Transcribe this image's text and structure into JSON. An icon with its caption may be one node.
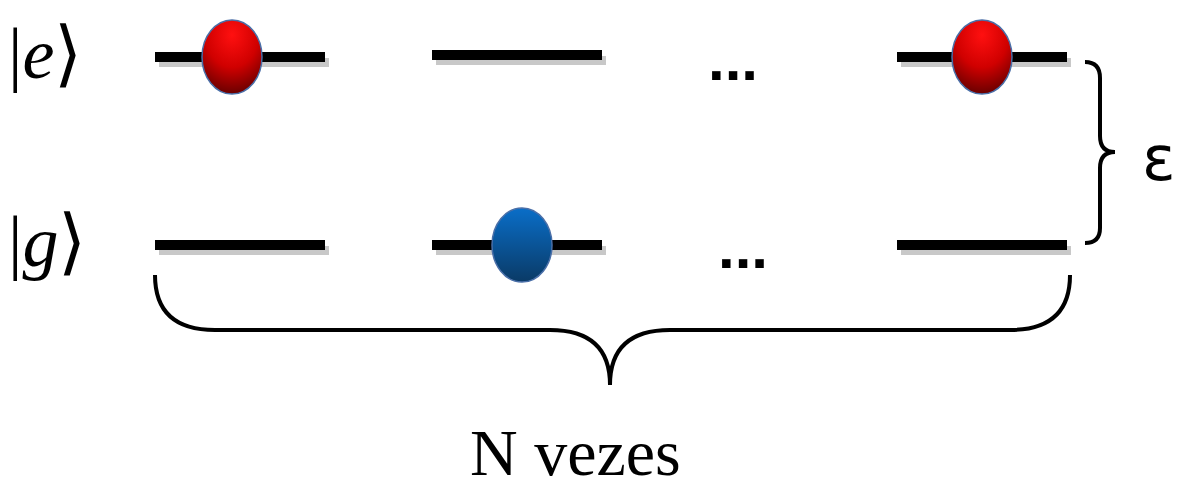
{
  "diagram": {
    "labels": [
      "|*e*⟩",
      "...",
      "ε",
      "|*g*⟩",
      "...",
      "N vezes"
    ]
  }
}
